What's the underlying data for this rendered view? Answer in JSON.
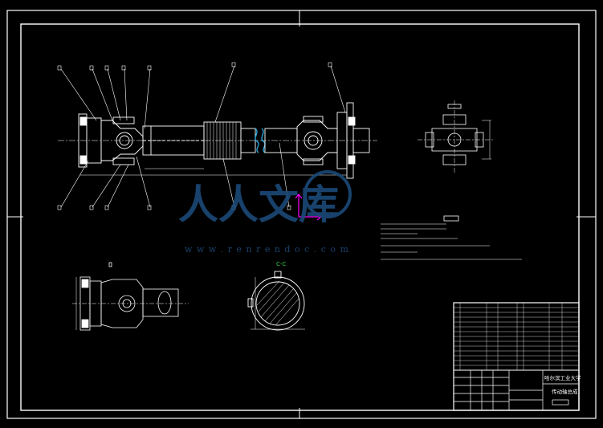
{
  "drawing": {
    "title_block": {
      "school": "哈尔滨工业大学",
      "drawing_name": "传动轴总成"
    },
    "section_label": "C-C",
    "colors": {
      "background": "#000000",
      "lines": "#ffffff",
      "section_label": "#2ecc40",
      "ucs_arrow": "#ff00ff",
      "watermark": "#1b4a78"
    }
  },
  "watermark": {
    "brand": "人人文库",
    "url": "w w w . r e n r e n d o c . c o m"
  }
}
